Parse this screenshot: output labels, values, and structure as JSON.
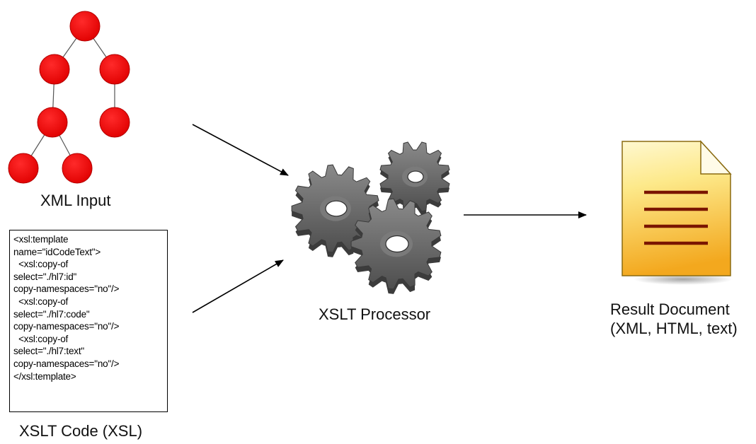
{
  "labels": {
    "xml_input": "XML Input",
    "xslt_processor": "XSLT Processor",
    "result_line1": "Result Document",
    "result_line2": "(XML, HTML, text)",
    "xslt_code": "XSLT Code (XSL)"
  },
  "code_lines": [
    "<xsl:template",
    "name=\"idCodeText\">",
    "  <xsl:copy-of",
    "select=\"./hl7:id\"",
    "copy-namespaces=\"no\"/>",
    "  <xsl:copy-of",
    "select=\"./hl7:code\"",
    "copy-namespaces=\"no\"/>",
    "  <xsl:copy-of",
    "select=\"./hl7:text\"",
    "copy-namespaces=\"no\"/>",
    "</xsl:template>"
  ],
  "colors": {
    "tree_node": "#ee0000",
    "gear": "#6e6e6e",
    "document": "#f5b82e",
    "arrow": "#000000"
  },
  "icons": [
    "xml-tree-icon",
    "gears-icon",
    "document-icon"
  ]
}
